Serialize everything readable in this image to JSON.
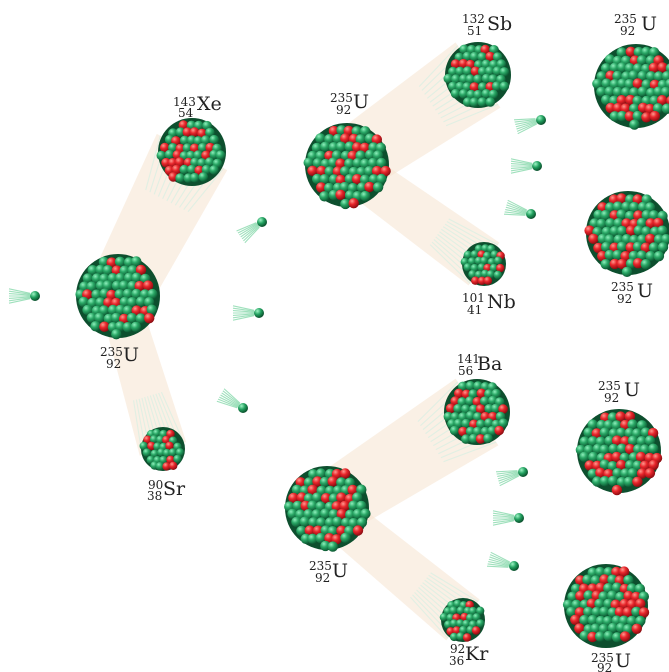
{
  "colors": {
    "proton": "#e8262b",
    "neutron": "#1f8a55",
    "neutron_highlight": "#5fd39a",
    "trail": "#f6e3cf",
    "label": "#222222"
  },
  "nuclides": {
    "u235": {
      "symbol": "U",
      "mass": "235",
      "atomic": "92"
    },
    "xe143": {
      "symbol": "Xe",
      "mass": "143",
      "atomic": "54"
    },
    "sr90": {
      "symbol": "Sr",
      "mass": "90",
      "atomic": "38"
    },
    "sb132": {
      "symbol": "Sb",
      "mass": "132",
      "atomic": "51"
    },
    "nb101": {
      "symbol": "Nb",
      "mass": "101",
      "atomic": "41"
    },
    "ba141": {
      "symbol": "Ba",
      "mass": "141",
      "atomic": "56"
    },
    "kr92": {
      "symbol": "Kr",
      "mass": "92",
      "atomic": "36"
    }
  }
}
